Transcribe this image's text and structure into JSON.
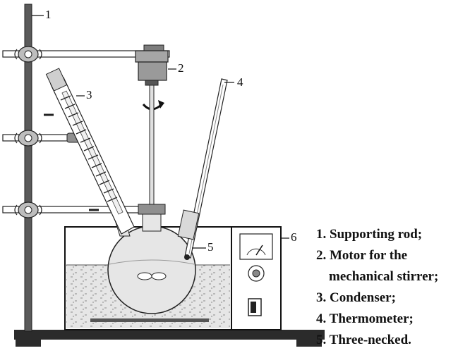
{
  "callouts": {
    "c1": "1",
    "c2": "2",
    "c3": "3",
    "c4": "4",
    "c5": "5",
    "c6": "6"
  },
  "legend": {
    "item1": "1. Supporting rod;",
    "item2a": "2. Motor for the",
    "item2b": "mechanical stirrer;",
    "item3": "3. Condenser;",
    "item4": "4. Thermometer;",
    "item5": "5. Three-necked."
  },
  "colors": {
    "rod": "#5a5a5a",
    "base": "#2b2b2b",
    "bath_water": "#e3e3e3",
    "glass": "#d9d9d9",
    "motor": "#9a9a9a"
  }
}
